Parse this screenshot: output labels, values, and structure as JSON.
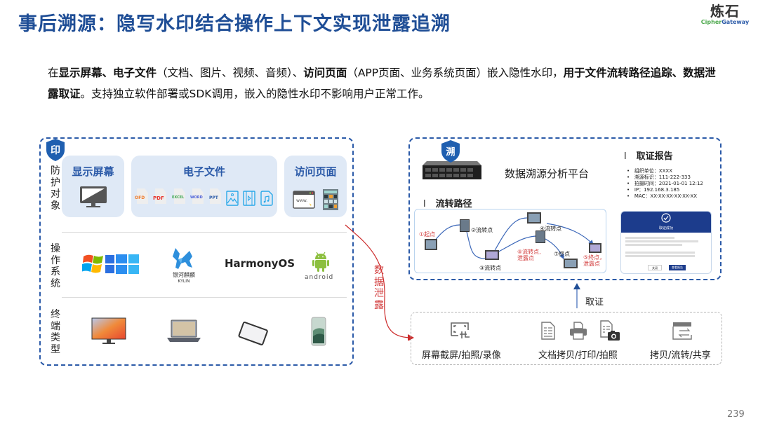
{
  "header": {
    "title": "事后溯源：隐写水印结合操作上下文实现泄露追溯",
    "logo_cn": "炼石",
    "logo_en_1": "Cipher",
    "logo_en_2": "Gateway"
  },
  "intro": {
    "p1_pre": "在",
    "p1_b1": "显示屏幕、电子文件",
    "p1_n1": "（文档、图片、视频、音频）、",
    "p1_b2": "访问页面",
    "p1_n2": "（APP页面、业务系统页面）嵌入隐性水印，",
    "p1_b3": "用于文件流转路径追踪、数据泄露取证",
    "p1_n3": "。支持独立软件部署或SDK调用，嵌入的隐性水印不影响用户正常工作。"
  },
  "left_panel": {
    "badge": "印",
    "row_labels": [
      "防护对象",
      "操作系统",
      "终端类型"
    ],
    "protect_cards": [
      {
        "title": "显示屏幕",
        "icon": "monitor-icon"
      },
      {
        "title": "电子文件",
        "icon": "file-types-icons"
      },
      {
        "title": "访问页面",
        "icon": "webpage-icons"
      }
    ],
    "file_types": [
      "OFD",
      "PDF",
      "EXCEL",
      "WORD",
      "PPT"
    ],
    "file_colors": [
      "#f07b2a",
      "#e8362e",
      "#3aa64b",
      "#4a5fd8",
      "#2b5aa8"
    ],
    "media_icons": [
      "image-icon",
      "video-icon",
      "audio-icon"
    ],
    "web_text": "www.",
    "os": [
      "Windows",
      "银河麒麟 KYLIN",
      "HarmonyOS",
      "android"
    ],
    "kylin_cn": "银河麒麟",
    "kylin_en": "KYLIN",
    "harmony": "HarmonyOS",
    "android": "android",
    "terminals": [
      "monitor",
      "laptop",
      "tablet",
      "phone"
    ]
  },
  "leak": {
    "label": "数据泄露",
    "chars": [
      "数",
      "据",
      "泄",
      "露"
    ]
  },
  "right_panel": {
    "badge": "溯",
    "platform": "数据溯源分析平台",
    "flow_title": "流转路径",
    "report_title": "取证报告",
    "report_items": [
      "组织单位：XXXX",
      "溯源标识：111-222-333",
      "拍摄时间：2021-01-01 12:12",
      "IP：192.168.3.185",
      "MAC：XX-XX-XX-XX-XX-XX"
    ],
    "nodes": [
      {
        "label": "①起点",
        "red": true
      },
      {
        "label": "②流转点",
        "red": false
      },
      {
        "label": "③流转点",
        "red": false
      },
      {
        "label": "④流转点",
        "red": false
      },
      {
        "label": "⑤终点，泄露点",
        "red": true
      },
      {
        "label": "⑥流转点,泄露点",
        "red": true
      },
      {
        "label": "⑦终点",
        "red": false
      }
    ],
    "dialog": {
      "title": "取证成功",
      "btn_close": "关闭",
      "btn_report": "查看报告"
    },
    "evidence_label": "取证"
  },
  "bottom_panel": {
    "groups": [
      {
        "label": "屏幕截屏/拍照/录像",
        "icons": [
          "screenshot-icon"
        ]
      },
      {
        "label": "文档拷贝/打印/拍照",
        "icons": [
          "document-icon",
          "printer-icon",
          "doc-camera-icon"
        ]
      },
      {
        "label": "拷贝/流转/共享",
        "icons": [
          "transfer-icon"
        ]
      }
    ]
  },
  "page_number": "239"
}
